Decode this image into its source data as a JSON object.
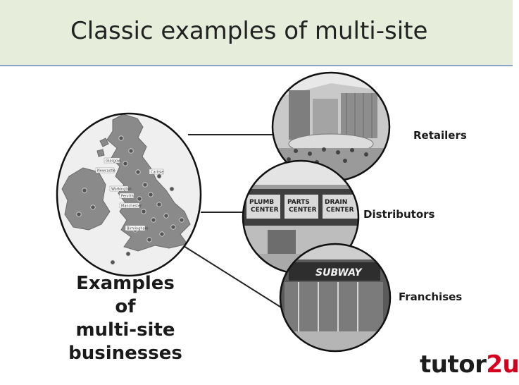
{
  "slide": {
    "title": "Classic examples of multi-site"
  },
  "map_circle": {
    "caption": "Examples of multi-site businesses",
    "caption_lines": [
      "Examples of",
      "multi-site",
      "businesses"
    ],
    "map_labels": [
      "Glasgow",
      "Carlisle",
      "Newcastle",
      "Workington",
      "Penrith",
      "Manchester",
      "Birmingham"
    ]
  },
  "examples": [
    {
      "label": "Retailers"
    },
    {
      "label": "Distributors"
    },
    {
      "label": "Franchises"
    }
  ],
  "photo_signs": {
    "plumb_center": [
      "PLUMB",
      "CENTER"
    ],
    "parts_center": [
      "PARTS",
      "CENTER"
    ],
    "drain_center": [
      "DRAIN",
      "CENTER"
    ],
    "subway": "SUBWAY"
  },
  "logo": {
    "text": "tutor",
    "accent": "2u"
  },
  "colors": {
    "title_bar": "#e6eedb",
    "title_rule": "#8aa3c8",
    "logo_accent": "#d4001d"
  }
}
